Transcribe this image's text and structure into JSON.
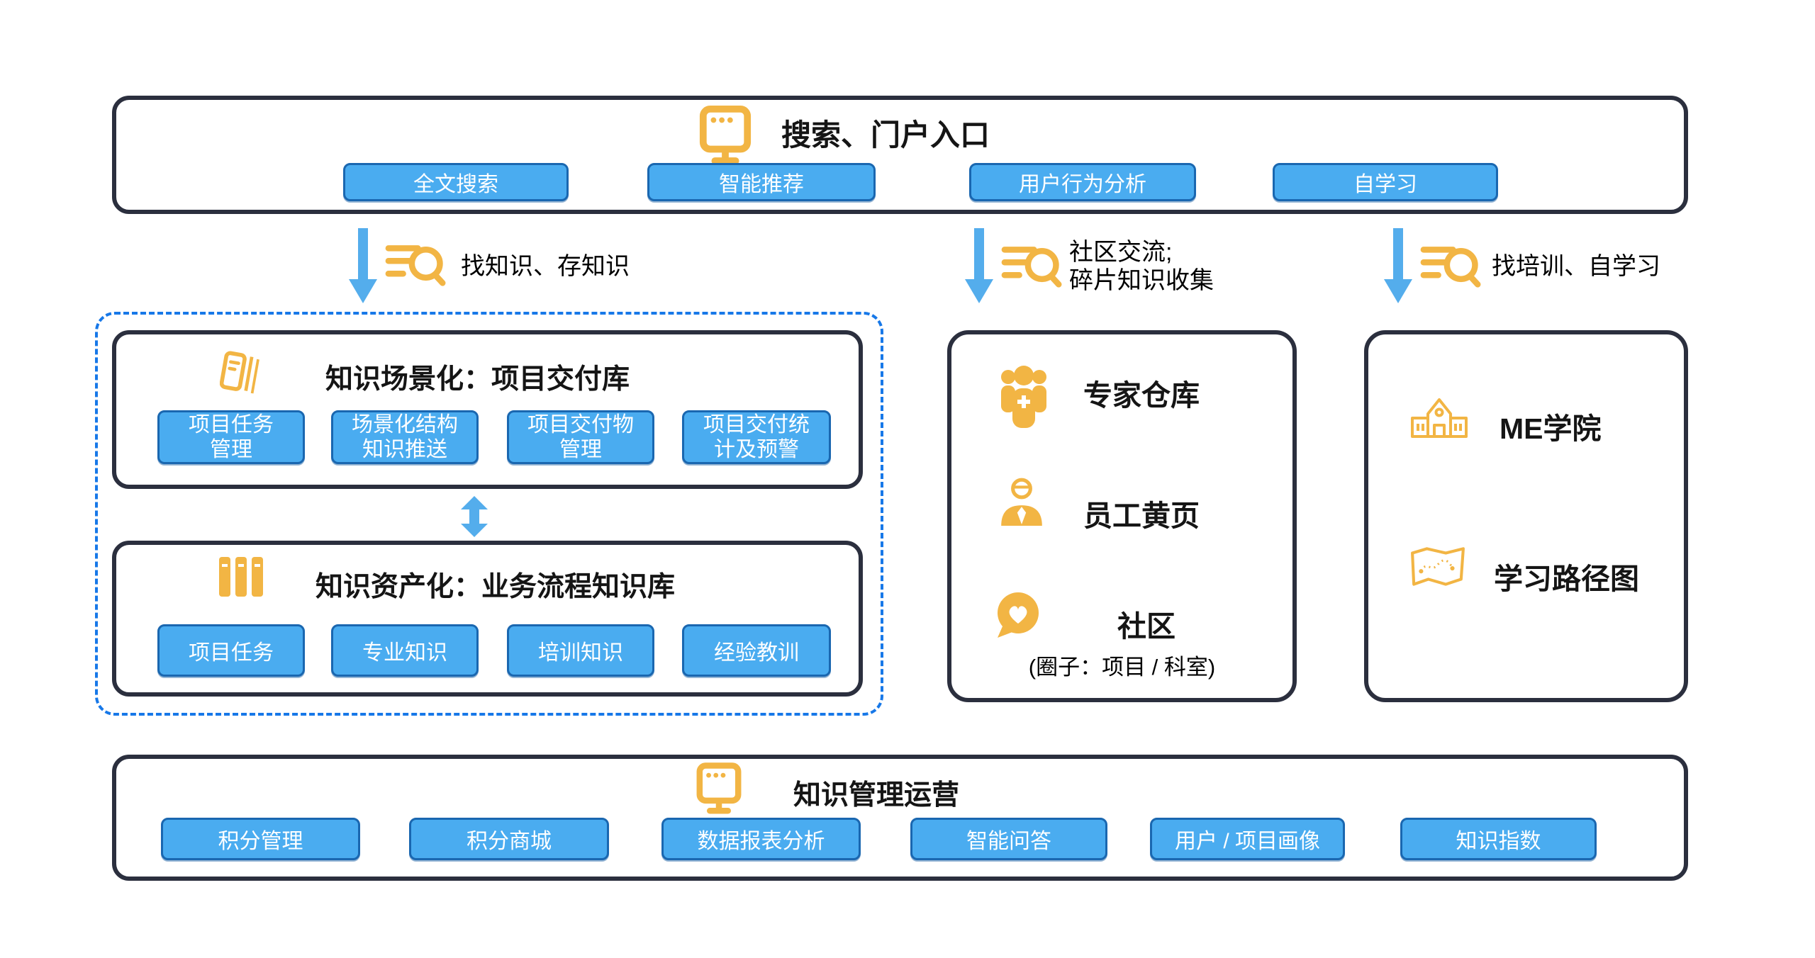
{
  "portal": {
    "title": "搜索、门户入口",
    "buttons": [
      "全文搜索",
      "智能推荐",
      "用户行为分析",
      "自学习"
    ]
  },
  "flows": {
    "knowledge": {
      "label": "找知识、存知识"
    },
    "community": {
      "label": "社区交流;\n碎片知识收集"
    },
    "training": {
      "label": "找培训、自学习"
    }
  },
  "scenario_box": {
    "title": "知识场景化：项目交付库",
    "buttons": [
      "项目任务\n管理",
      "场景化结构\n知识推送",
      "项目交付物\n管理",
      "项目交付统\n计及预警"
    ]
  },
  "asset_box": {
    "title": "知识资产化：业务流程知识库",
    "buttons": [
      "项目任务",
      "专业知识",
      "培训知识",
      "经验教训"
    ]
  },
  "expert_box": {
    "items": [
      {
        "label": "专家仓库"
      },
      {
        "label": "员工黄页"
      },
      {
        "label": "社区"
      }
    ],
    "caption": "(圈子：项目 / 科室)"
  },
  "college_box": {
    "items": [
      {
        "label": "ME学院"
      },
      {
        "label": "学习路径图"
      }
    ]
  },
  "operation_box": {
    "title": "知识管理运营",
    "buttons": [
      "积分管理",
      "积分商城",
      "数据报表分析",
      "智能问答",
      "用户 / 项目画像",
      "知识指数"
    ]
  },
  "icons": {
    "portal": "monitor-icon",
    "flow": "search-list-icon",
    "scenario": "notebook-icon",
    "asset": "books-icon",
    "expert": "team-icon",
    "yellowpages": "businessman-icon",
    "community": "chat-heart-icon",
    "college": "school-icon",
    "learning_path": "map-icon"
  },
  "colors": {
    "accent_yellow": "#F2B544",
    "button_blue": "#4AACF0",
    "button_border": "#1A67B0",
    "arrow_blue": "#54ADEC",
    "outline_dark": "#2B2F3E",
    "dashed_blue": "#1778E8"
  }
}
